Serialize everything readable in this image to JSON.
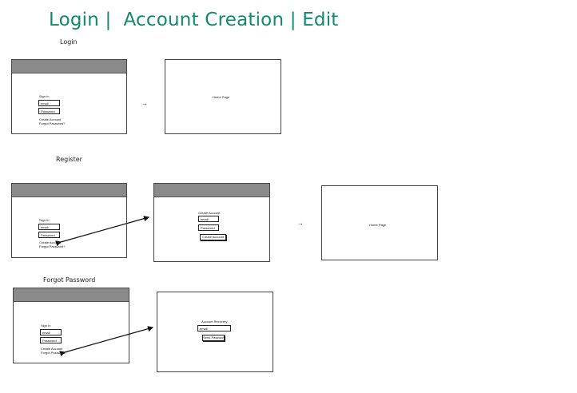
{
  "page_title": "Login |  Account Creation | Edit",
  "sections": {
    "login": "Login",
    "register": "Register",
    "forgot": "Forgot Password"
  },
  "form": {
    "sign_in": "Sign In",
    "email_placeholder": "email",
    "password_placeholder": "Password",
    "create_account_link": "Create Account",
    "forgot_password_link": "Forgot Password?",
    "forgot_password_link_alt": "Forgot Password?"
  },
  "home_page": "Home Page",
  "create_account_screen": {
    "title": "Create Account",
    "email_placeholder": "email",
    "password_placeholder": "Password",
    "button": "Create Account"
  },
  "recovery_screen": {
    "title": "Account Recovery",
    "email_placeholder": "email",
    "button": "Send Password"
  },
  "arrow_glyph": "→"
}
